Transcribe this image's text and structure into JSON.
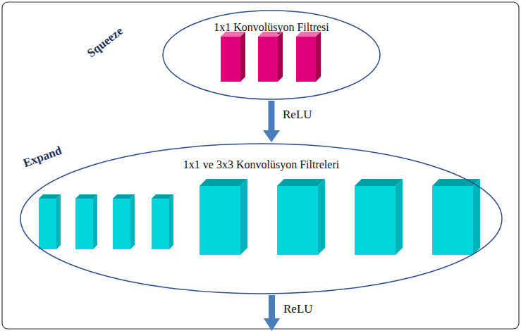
{
  "diagram": {
    "nodes": [
      {
        "text": [
          "Squeeze",
          "1x1 Konvolüsyon Filtresi"
        ]
      },
      {
        "text": [
          "Expand",
          "1x1 ve 3x3 Konvolüsyon Filtreleri"
        ]
      }
    ],
    "edges": [
      {
        "from": 0,
        "to": 1,
        "arrow": "to",
        "label": "ReLU"
      }
    ],
    "labels": [
      "ReLU"
    ]
  }
}
